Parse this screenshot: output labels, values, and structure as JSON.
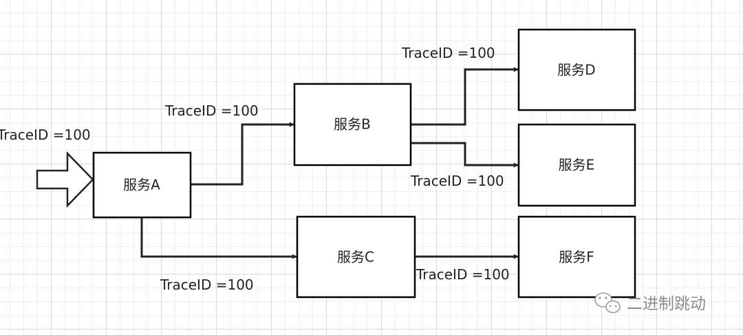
{
  "colors": {
    "stroke": "#222222",
    "grid": "#d9d9d9",
    "watermark": "#8c8c8c"
  },
  "nodes": {
    "a": {
      "label": "服务A"
    },
    "b": {
      "label": "服务B"
    },
    "c": {
      "label": "服务C"
    },
    "d": {
      "label": "服务D"
    },
    "e": {
      "label": "服务E"
    },
    "f": {
      "label": "服务F"
    }
  },
  "edges": {
    "entry": {
      "label": "TraceID =100"
    },
    "a_to_b": {
      "label": "TraceID =100"
    },
    "a_to_c": {
      "label": "TraceID =100"
    },
    "b_to_d": {
      "label": "TraceID =100"
    },
    "b_to_e": {
      "label": "TraceID =100"
    },
    "c_to_f": {
      "label": "TraceID =100"
    }
  },
  "watermark": {
    "text": "二进制跳动",
    "icon": "wechat-icon"
  }
}
